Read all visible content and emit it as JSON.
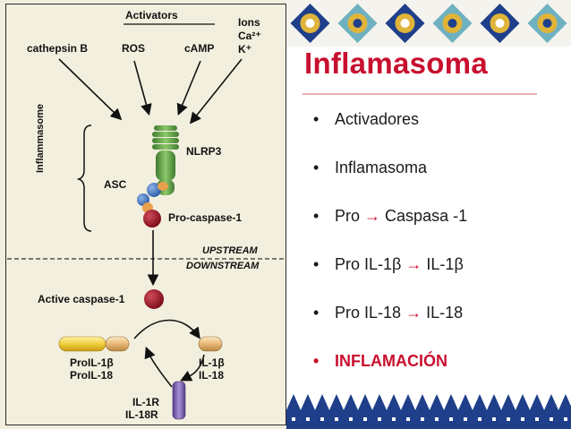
{
  "slide": {
    "title": "Inflamasoma",
    "bullets": [
      {
        "id": "activadores",
        "marker": "•",
        "text": "Activadores"
      },
      {
        "id": "inflamasoma",
        "marker": "•",
        "text": "Inflamasoma"
      },
      {
        "id": "pro-caspasa",
        "marker": "•",
        "before": "Pro",
        "arrow": "→",
        "after": "Caspasa -1"
      },
      {
        "id": "pro-il1b",
        "marker": "•",
        "before": "Pro IL-1β",
        "arrow": "→",
        "after": "IL-1β"
      },
      {
        "id": "pro-il18",
        "marker": "•",
        "before": "Pro IL-18",
        "arrow": "→",
        "after": "IL-18"
      },
      {
        "id": "inflamacion",
        "marker": "•",
        "text": "INFLAMACIÓN"
      }
    ],
    "colors": {
      "accent": "#c8102e",
      "tile_blue": "#1f3f8a",
      "tile_yellow": "#e0b43a",
      "tile_teal": "#6fb1c0"
    }
  },
  "diagram": {
    "activators": "Activators",
    "cathepsin": "cathepsin B",
    "ros": "ROS",
    "camp": "cAMP",
    "ions": "Ions",
    "ca": "Ca²⁺",
    "k": "K⁺",
    "inflammasome": "Inflammasome",
    "nlrp3": "NLRP3",
    "asc": "ASC",
    "procasp": "Pro-caspase-1",
    "upstream": "UPSTREAM",
    "downstream": "DOWNSTREAM",
    "active": "Active caspase-1",
    "proil1b": "ProIL-1β",
    "proil18": "ProIL-18",
    "il1b": "IL-1β",
    "il18": "IL-18",
    "il1r": "IL-1R",
    "il18r": "IL-18R"
  }
}
